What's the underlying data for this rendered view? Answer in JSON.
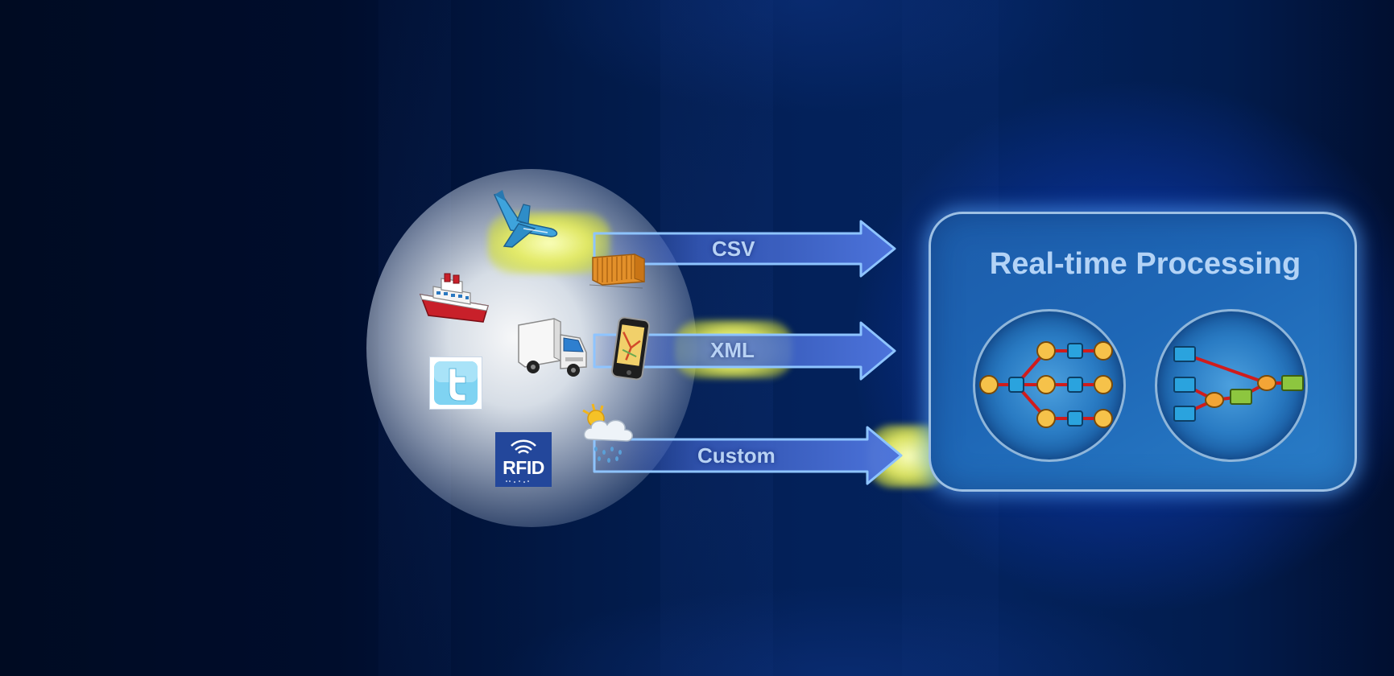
{
  "diagram": {
    "sources": {
      "icons": [
        "airplane-icon",
        "shipping-container-icon",
        "ship-icon",
        "delivery-truck-icon",
        "smartphone-map-icon",
        "twitter-icon",
        "weather-icon",
        "rfid-icon"
      ],
      "rfid_text": "RFID"
    },
    "arrows": [
      {
        "label": "CSV"
      },
      {
        "label": "XML"
      },
      {
        "label": "Custom"
      }
    ],
    "processing": {
      "title": "Real-time Processing",
      "graphs": [
        "branching-graph-icon",
        "merging-graph-icon"
      ]
    },
    "colors": {
      "background": "#021a48",
      "arrow_fill": "#4a72d4",
      "arrow_outline": "#8ec4ff",
      "highlight_glow": "#e4eb5f",
      "box_fill": "#1e67b6",
      "box_border": "#9dc0e4",
      "node_orange": "#f3b03a",
      "node_blue": "#2aa3de",
      "node_green": "#8dc63f",
      "edge_red": "#d01c1c"
    }
  }
}
